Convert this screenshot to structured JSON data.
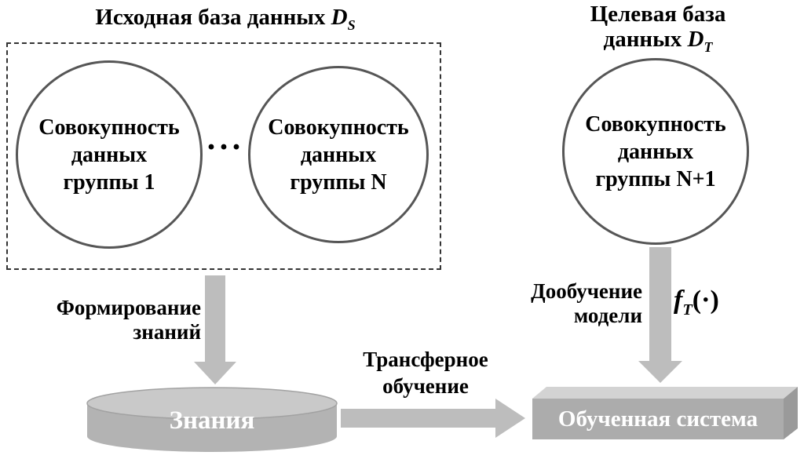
{
  "source": {
    "title_prefix": "Исходная база данных ",
    "title_var": "D",
    "title_var_sub": "S",
    "ellipsis": "···",
    "groups": [
      {
        "line1": "Совокупность",
        "line2": "данных",
        "line3": "группы 1"
      },
      {
        "line1": "Совокупность",
        "line2": "данных",
        "line3": "группы N"
      }
    ]
  },
  "target": {
    "title_line1": "Целевая база",
    "title_line2_prefix": "данных ",
    "title_var": "D",
    "title_var_sub": "T",
    "group": {
      "line1": "Совокупность",
      "line2": "данных",
      "line3": "группы N+1"
    }
  },
  "labels": {
    "knowledge_formation_line1": "Формирование",
    "knowledge_formation_line2": "знаний",
    "transfer_line1": "Трансферное",
    "transfer_line2": "обучение",
    "finetune_line1": "Дообучение",
    "finetune_line2": "модели",
    "function_name": "f",
    "function_sub": "T",
    "function_args": "(·)"
  },
  "nodes": {
    "knowledge": "Знания",
    "trained_system": "Обученная система"
  },
  "colors": {
    "arrow_gray": "#bdbdbd",
    "cylinder_body": "#b3b3b3",
    "cylinder_top": "#c9c9c9",
    "cylinder_edge": "#a2a2a2",
    "box_front": "#acacac",
    "box_top": "#d3d3d3",
    "box_side": "#9a9a9a"
  }
}
